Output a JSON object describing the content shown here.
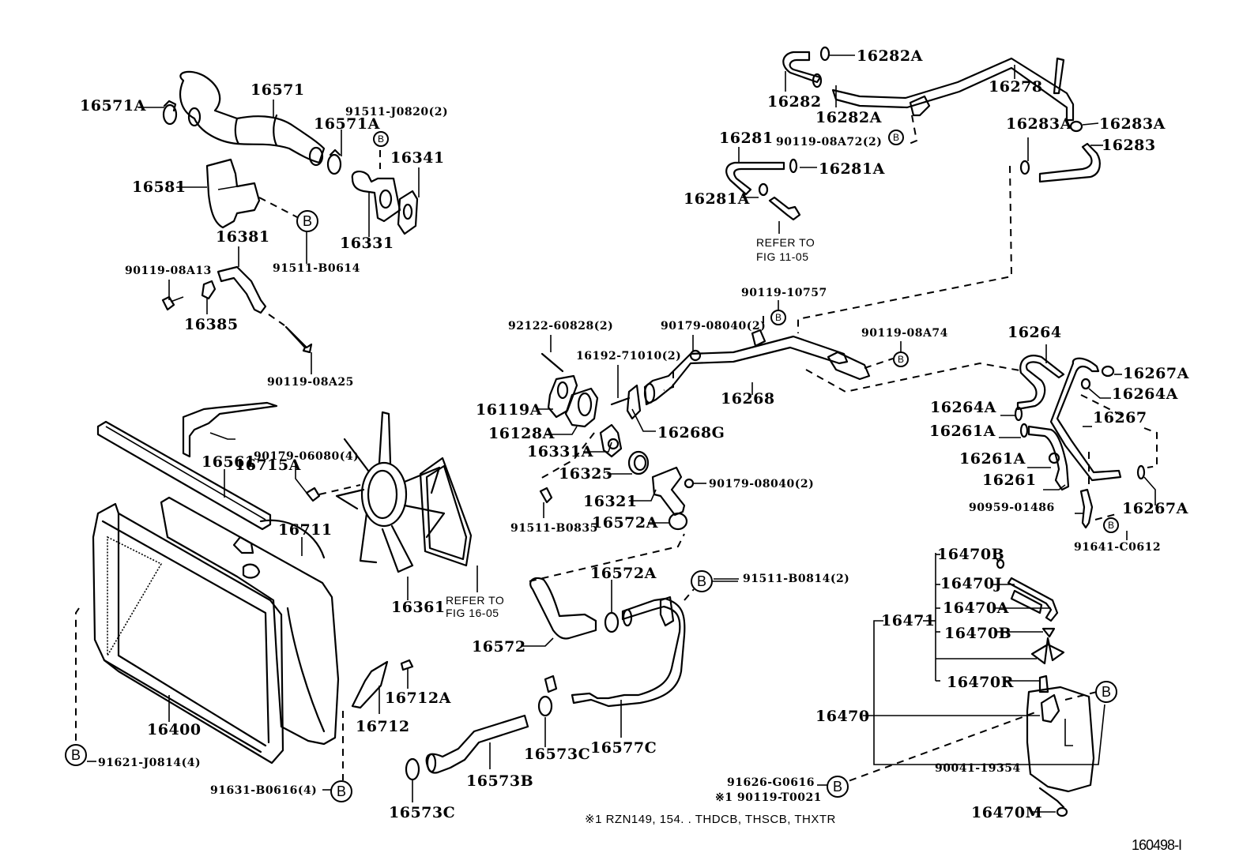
{
  "diagram": {
    "title": "Radiator & Water Outlet",
    "figure_number": "160498-I",
    "footnote": "※1  RZN149, 154. . THDCB, THSCB, THXTR",
    "reference_marker": "B",
    "references": {
      "fig_11_05": [
        "REFER TO",
        "FIG 11-05"
      ],
      "fig_16_05": [
        "REFER TO",
        "FIG 16-05"
      ]
    },
    "parts": {
      "p16571A_1": "16571A",
      "p16571": "16571",
      "p16571A_2": "16571A",
      "p91511_J0820": "91511-J0820(2)",
      "p16341": "16341",
      "p16581": "16581",
      "p16331": "16331",
      "p16381": "16381",
      "p91511_B0614": "91511-B0614",
      "p90119_08A13": "90119-08A13",
      "p16385": "16385",
      "p90119_08A25": "90119-08A25",
      "p16282A_1": "16282A",
      "p16282": "16282",
      "p16282A_2": "16282A",
      "p16278": "16278",
      "p16283A_1": "16283A",
      "p16283A_2": "16283A",
      "p16283": "16283",
      "p16281": "16281",
      "p90119_08A72": "90119-08A72(2)",
      "p16281A_1": "16281A",
      "p16281A_2": "16281A",
      "p90119_10757": "90119-10757",
      "p92122_60828": "92122-60828(2)",
      "p90179_08040_a": "90179-08040(2)",
      "p16192_71010": "16192-71010(2)",
      "p90119_08A74": "90119-08A74",
      "p16264": "16264",
      "p16267A_1": "16267A",
      "p16264A_1": "16264A",
      "p16119A": "16119A",
      "p16268": "16268",
      "p16264A_2": "16264A",
      "p16267": "16267",
      "p16128A": "16128A",
      "p16268G": "16268G",
      "p16261A_1": "16261A",
      "p16331A": "16331A",
      "p16715A": "16715A",
      "p16561": "16561",
      "p90179_06080": "90179-06080(4)",
      "p16261A_2": "16261A",
      "p16325": "16325",
      "p16261": "16261",
      "p90179_08040_b": "90179-08040(2)",
      "p16321": "16321",
      "p90959_01486": "90959-01486",
      "p16267A_2": "16267A",
      "p91511_B0835": "91511-B0835",
      "p16572A_1": "16572A",
      "p91641_C0612": "91641-C0612",
      "p16711": "16711",
      "p16470B_1": "16470B",
      "p16572A_2": "16572A",
      "p91511_B0814": "91511-B0814(2)",
      "p16470J": "16470J",
      "p16361": "16361",
      "p16470A": "16470A",
      "p16471": "16471",
      "p16572": "16572",
      "p16470B_2": "16470B",
      "p16712A": "16712A",
      "p16470R": "16470R",
      "p16400": "16400",
      "p16712": "16712",
      "p16573C_1": "16573C",
      "p16577C": "16577C",
      "p16470": "16470",
      "p91621_J0814": "91621-J0814(4)",
      "p16573B": "16573B",
      "p90041_19354": "90041-19354",
      "p91626_G0616": "91626-G0616",
      "p90119_T0021": "※1 90119-T0021",
      "p91631_B0616": "91631-B0616(4)",
      "p16573C_2": "16573C",
      "p16470M": "16470M"
    }
  }
}
